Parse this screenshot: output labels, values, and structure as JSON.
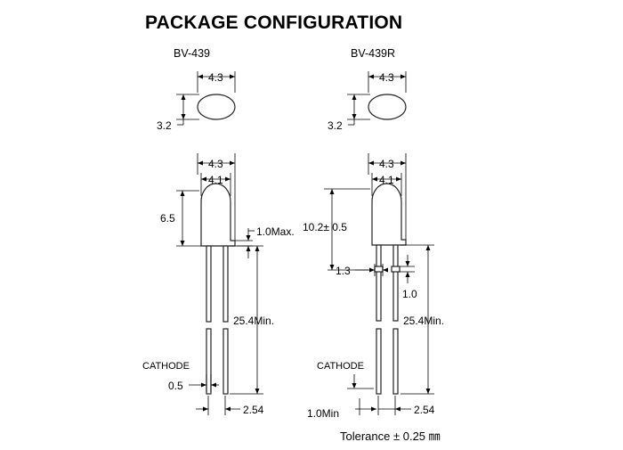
{
  "title": "PACKAGE CONFIGURATION",
  "tolerance": "Tolerance  ± 0.25 ㎜",
  "left": {
    "model": "BV-439",
    "top_width": "4.3",
    "top_depth": "3.2",
    "body_width": "4.3",
    "lens_width": "4.1",
    "body_height": "6.5",
    "flange": "1.0Max.",
    "lead_length": "25.4Min.",
    "cathode": "CATHODE",
    "lead_width": "0.5",
    "pitch": "2.54"
  },
  "right": {
    "model": "BV-439R",
    "top_width": "4.3",
    "top_depth": "3.2",
    "body_width": "4.3",
    "lens_width": "4.1",
    "body_height": "10.2± 0.5",
    "standoff_width": "1.3",
    "standoff_height": "1.0",
    "lead_length": "25.4Min.",
    "cathode": "CATHODE",
    "lead_offset": "1.0Min",
    "pitch": "2.54"
  }
}
